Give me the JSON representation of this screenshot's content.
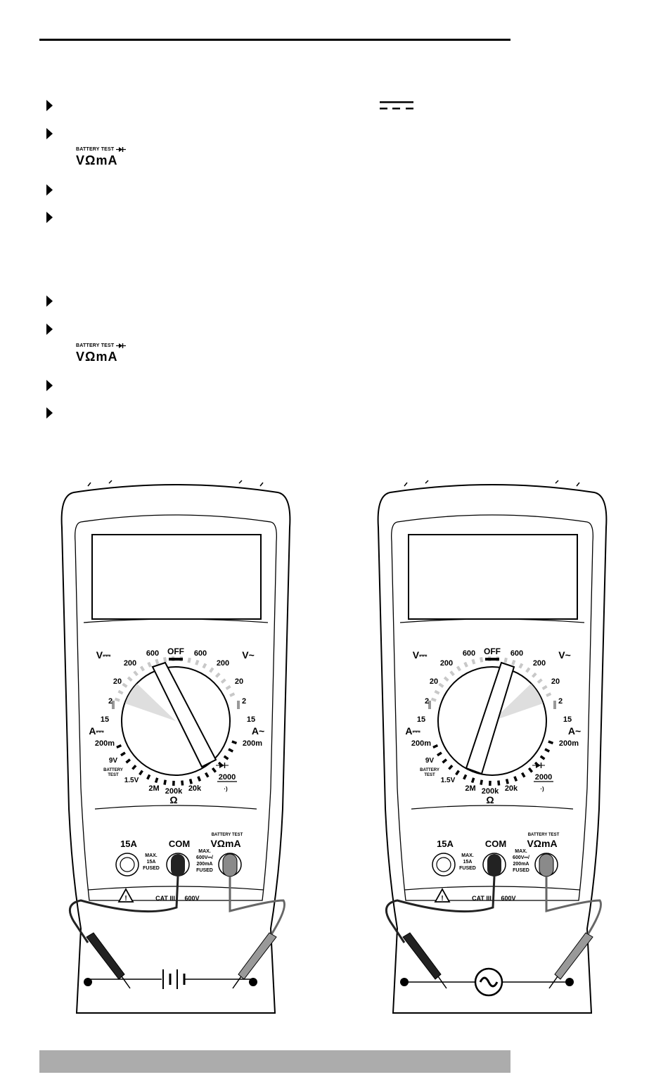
{
  "battery_icon_label": {
    "small": "BATTERY TEST",
    "big": "VΩmA"
  },
  "meter": {
    "off": "OFF",
    "v_dc": "V⎓",
    "v_ac": "V~",
    "a_dc": "A⎓",
    "a_ac": "A~",
    "left_ranges": [
      "200",
      "20",
      "2"
    ],
    "top_ranges": [
      "600",
      "600"
    ],
    "right_ranges": [
      "200",
      "20",
      "2"
    ],
    "amp_left": [
      "15",
      "200m"
    ],
    "amp_right": [
      "15",
      "200m"
    ],
    "battery": [
      "9V",
      "BATTERY",
      "TEST",
      "1.5V"
    ],
    "ohm_ranges": [
      "2M",
      "200k",
      "20k",
      "2000"
    ],
    "ohm": "Ω",
    "jack_15a": "15A",
    "jack_com": "COM",
    "jack_vma": "VΩmA",
    "battery_test_small": "BATTERY TEST",
    "fuse_15a": [
      "MAX.",
      "15A",
      "FUSED"
    ],
    "fuse_vma": [
      "MAX.",
      "600V⎓/",
      "200mA",
      "FUSED"
    ],
    "cat": "CAT III",
    "cat_v": "600V"
  }
}
